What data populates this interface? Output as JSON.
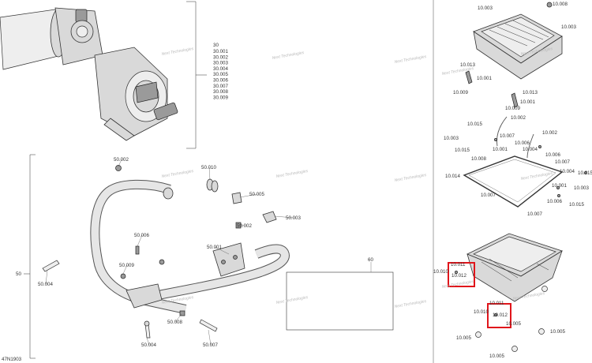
{
  "diagram_id": "47N1903",
  "watermark": "Next Technologies",
  "highlight_color": "#e0151b",
  "winch_group": {
    "bracket_label": "30",
    "items": [
      "30.001",
      "30.002",
      "30.003",
      "30.004",
      "30.005",
      "30.006",
      "30.007",
      "30.008",
      "30.009"
    ]
  },
  "bumper_group": {
    "bracket_label": "50",
    "labels": {
      "p50_002_top": "50.002",
      "p50_010": "50.010",
      "p50_005": "50.005",
      "p50_003": "50.003",
      "p50_002_mid": "50.002",
      "p50_006": "50.006",
      "p50_001": "50.001",
      "p50_009": "50.009",
      "p50_004_left": "50.004",
      "p50_008": "50.008",
      "p50_004_bottom": "50.004",
      "p50_007": "50.007"
    }
  },
  "box_60": {
    "label": "60"
  },
  "storage_group": {
    "labels": {
      "l10_003_top": "10.003",
      "l10_008": "10.008",
      "l10_003_right": "10.003",
      "l10_013_a": "10.013",
      "l10_001_a": "10.001",
      "l10_009_a": "10.009",
      "l10_013_b": "10.013",
      "l10_001_b": "10.001",
      "l10_009_b": "10.009",
      "l10_002_a": "10.002",
      "l10_015_a": "10.015",
      "l10_007_a": "10.007",
      "l10_003_left": "10.003",
      "l10_006_a": "10.006",
      "l10_002_b": "10.002",
      "l10_015_b": "10.015",
      "l10_001_c": "10.001",
      "l10_004_a": "10.004",
      "l10_008_b": "10.008",
      "l10_006_b": "10.006",
      "l10_007_b": "10.007",
      "l10_014": "10.014",
      "l10_004_b": "10.004",
      "l10_015_c": "10.015",
      "l10_001_d": "10.001",
      "l10_003_far": "10.003",
      "l10_007_c": "10.007",
      "l10_006_c": "10.006",
      "l10_015_d": "10.015",
      "l10_007_d": "10.007",
      "l10_010_a": "10.010",
      "l10_011_a": "10.011",
      "l10_012_a": "10.012",
      "l10_011_b": "10.011",
      "l10_010_b": "10.010",
      "l10_012_b": "10.012",
      "l10_005_a": "10.005",
      "l10_005_b": "10.005",
      "l10_005_c": "10.005",
      "l10_005_d": "10.005"
    }
  }
}
